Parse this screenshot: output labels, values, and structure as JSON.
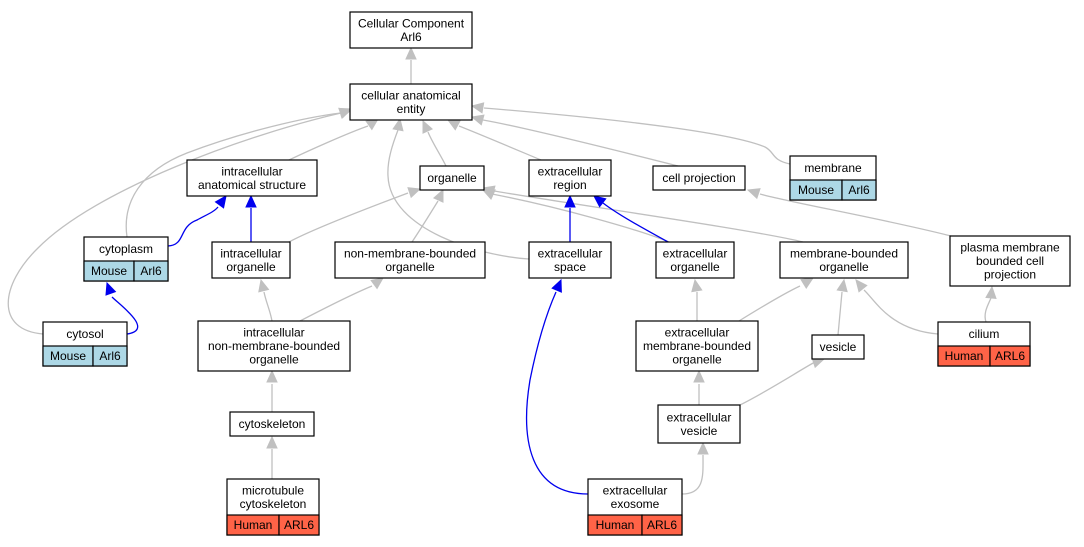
{
  "colors": {
    "edge_gray": "#c0c0c0",
    "edge_blue": "#0000ee",
    "mouse_fill": "#add8e6",
    "human_fill": "#ff6347"
  },
  "nodes": [
    {
      "id": "root",
      "lines": [
        "Cellular Component",
        "Arl6"
      ]
    },
    {
      "id": "cae",
      "lines": [
        "cellular anatomical",
        "entity"
      ]
    },
    {
      "id": "ias",
      "lines": [
        "intracellular",
        "anatomical structure"
      ]
    },
    {
      "id": "organelle",
      "lines": [
        "organelle"
      ]
    },
    {
      "id": "ecregion",
      "lines": [
        "extracellular",
        "region"
      ]
    },
    {
      "id": "cellproj",
      "lines": [
        "cell projection"
      ]
    },
    {
      "id": "membrane",
      "lines": [
        "membrane"
      ],
      "species": {
        "name": "Mouse",
        "gene": "Arl6",
        "kind": "mouse"
      }
    },
    {
      "id": "cytoplasm",
      "lines": [
        "cytoplasm"
      ],
      "species": {
        "name": "Mouse",
        "gene": "Arl6",
        "kind": "mouse"
      }
    },
    {
      "id": "intorg",
      "lines": [
        "intracellular",
        "organelle"
      ]
    },
    {
      "id": "nmbo",
      "lines": [
        "non-membrane-bounded",
        "organelle"
      ]
    },
    {
      "id": "ecspace",
      "lines": [
        "extracellular",
        "space"
      ]
    },
    {
      "id": "ecorg",
      "lines": [
        "extracellular",
        "organelle"
      ]
    },
    {
      "id": "mbo",
      "lines": [
        "membrane-bounded",
        "organelle"
      ]
    },
    {
      "id": "pmbcp",
      "lines": [
        "plasma membrane",
        "bounded cell",
        "projection"
      ]
    },
    {
      "id": "cytosol",
      "lines": [
        "cytosol"
      ],
      "species": {
        "name": "Mouse",
        "gene": "Arl6",
        "kind": "mouse"
      }
    },
    {
      "id": "inmbo",
      "lines": [
        "intracellular",
        "non-membrane-bounded",
        "organelle"
      ]
    },
    {
      "id": "ecmbo",
      "lines": [
        "extracellular",
        "membrane-bounded",
        "organelle"
      ]
    },
    {
      "id": "vesicle",
      "lines": [
        "vesicle"
      ]
    },
    {
      "id": "cilium",
      "lines": [
        "cilium"
      ],
      "species": {
        "name": "Human",
        "gene": "ARL6",
        "kind": "human"
      }
    },
    {
      "id": "cytoskeleton",
      "lines": [
        "cytoskeleton"
      ]
    },
    {
      "id": "ecvesicle",
      "lines": [
        "extracellular",
        "vesicle"
      ]
    },
    {
      "id": "mtcyto",
      "lines": [
        "microtubule",
        "cytoskeleton"
      ],
      "species": {
        "name": "Human",
        "gene": "ARL6",
        "kind": "human"
      }
    },
    {
      "id": "exosome",
      "lines": [
        "extracellular",
        "exosome"
      ],
      "species": {
        "name": "Human",
        "gene": "ARL6",
        "kind": "human"
      }
    }
  ],
  "edges": [
    {
      "from": "cae",
      "to": "root",
      "color": "gray"
    },
    {
      "from": "ias",
      "to": "cae",
      "color": "gray"
    },
    {
      "from": "organelle",
      "to": "cae",
      "color": "gray"
    },
    {
      "from": "ecregion",
      "to": "cae",
      "color": "gray"
    },
    {
      "from": "cellproj",
      "to": "cae",
      "color": "gray"
    },
    {
      "from": "membrane",
      "to": "cae",
      "color": "gray"
    },
    {
      "from": "cytoplasm",
      "to": "cae",
      "color": "gray"
    },
    {
      "from": "cytosol",
      "to": "cae",
      "color": "gray"
    },
    {
      "from": "ecspace",
      "to": "cae",
      "color": "gray"
    },
    {
      "from": "cytoplasm",
      "to": "ias",
      "color": "blue"
    },
    {
      "from": "intorg",
      "to": "ias",
      "color": "blue"
    },
    {
      "from": "intorg",
      "to": "organelle",
      "color": "gray"
    },
    {
      "from": "nmbo",
      "to": "organelle",
      "color": "gray"
    },
    {
      "from": "ecorg",
      "to": "organelle",
      "color": "gray"
    },
    {
      "from": "mbo",
      "to": "organelle",
      "color": "gray"
    },
    {
      "from": "ecspace",
      "to": "ecregion",
      "color": "blue"
    },
    {
      "from": "ecorg",
      "to": "ecregion",
      "color": "blue"
    },
    {
      "from": "pmbcp",
      "to": "cellproj",
      "color": "gray"
    },
    {
      "from": "cytosol",
      "to": "cytoplasm",
      "color": "blue"
    },
    {
      "from": "inmbo",
      "to": "intorg",
      "color": "gray"
    },
    {
      "from": "inmbo",
      "to": "nmbo",
      "color": "gray"
    },
    {
      "from": "exosome",
      "to": "ecspace",
      "color": "blue"
    },
    {
      "from": "ecmbo",
      "to": "ecorg",
      "color": "gray"
    },
    {
      "from": "ecmbo",
      "to": "mbo",
      "color": "gray"
    },
    {
      "from": "vesicle",
      "to": "mbo",
      "color": "gray"
    },
    {
      "from": "cilium",
      "to": "mbo",
      "color": "gray"
    },
    {
      "from": "cilium",
      "to": "pmbcp",
      "color": "gray"
    },
    {
      "from": "cytoskeleton",
      "to": "inmbo",
      "color": "gray"
    },
    {
      "from": "ecvesicle",
      "to": "ecmbo",
      "color": "gray"
    },
    {
      "from": "ecvesicle",
      "to": "vesicle",
      "color": "gray"
    },
    {
      "from": "mtcyto",
      "to": "cytoskeleton",
      "color": "gray"
    },
    {
      "from": "exosome",
      "to": "ecvesicle",
      "color": "gray"
    }
  ]
}
